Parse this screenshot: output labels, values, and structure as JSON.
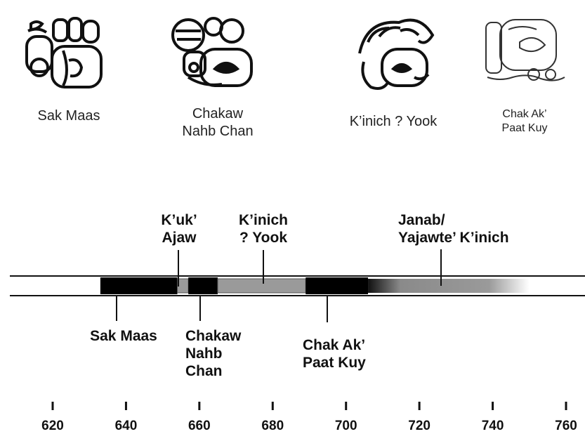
{
  "glyphs": [
    {
      "name": "Sak Maas",
      "caption": "Sak Maas"
    },
    {
      "name": "Chakaw Nahb Chan",
      "caption_line1": "Chakaw",
      "caption_line2": "Nahb Chan"
    },
    {
      "name": "K'inich ? Yook",
      "caption": "K’inich ? Yook"
    },
    {
      "name": "Chak Ak' Paat Kuy",
      "caption_line1": "Chak Ak’",
      "caption_line2": "Paat Kuy"
    }
  ],
  "timeline": {
    "above": {
      "kuk_ajaw": [
        "K’uk’",
        "Ajaw"
      ],
      "kinich_yook": [
        "K’inich",
        "? Yook"
      ],
      "janab": [
        "Janab/",
        "Yajawte’ K’inich"
      ]
    },
    "below": {
      "sak_maas": "Sak Maas",
      "chakaw": [
        "Chakaw",
        "Nahb",
        "Chan"
      ],
      "chak_ak": [
        "Chak Ak’",
        "Paat Kuy"
      ]
    },
    "periods": [
      {
        "name": "Sak Maas",
        "start": 633,
        "end": 654,
        "shade": "black"
      },
      {
        "name": "K'uk' Ajaw",
        "start": 654,
        "end": 657,
        "shade": "gray"
      },
      {
        "name": "Chakaw Nahb Chan",
        "start": 657,
        "end": 665,
        "shade": "black"
      },
      {
        "name": "K'inich ? Yook",
        "start": 665,
        "end": 689,
        "shade": "gray"
      },
      {
        "name": "Chak Ak' Paat Kuy",
        "start": 689,
        "end": 706,
        "shade": "black"
      },
      {
        "name": "Janab/Yajawte' K'inich",
        "start": 706,
        "end": 750,
        "shade": "fading-gray"
      }
    ],
    "axis": {
      "min": 620,
      "max": 760,
      "ticks": [
        620,
        640,
        660,
        680,
        700,
        720,
        740,
        760
      ]
    }
  },
  "colors": {
    "black": "#000000",
    "gray": "#9a9a9a",
    "line": "#111111"
  }
}
